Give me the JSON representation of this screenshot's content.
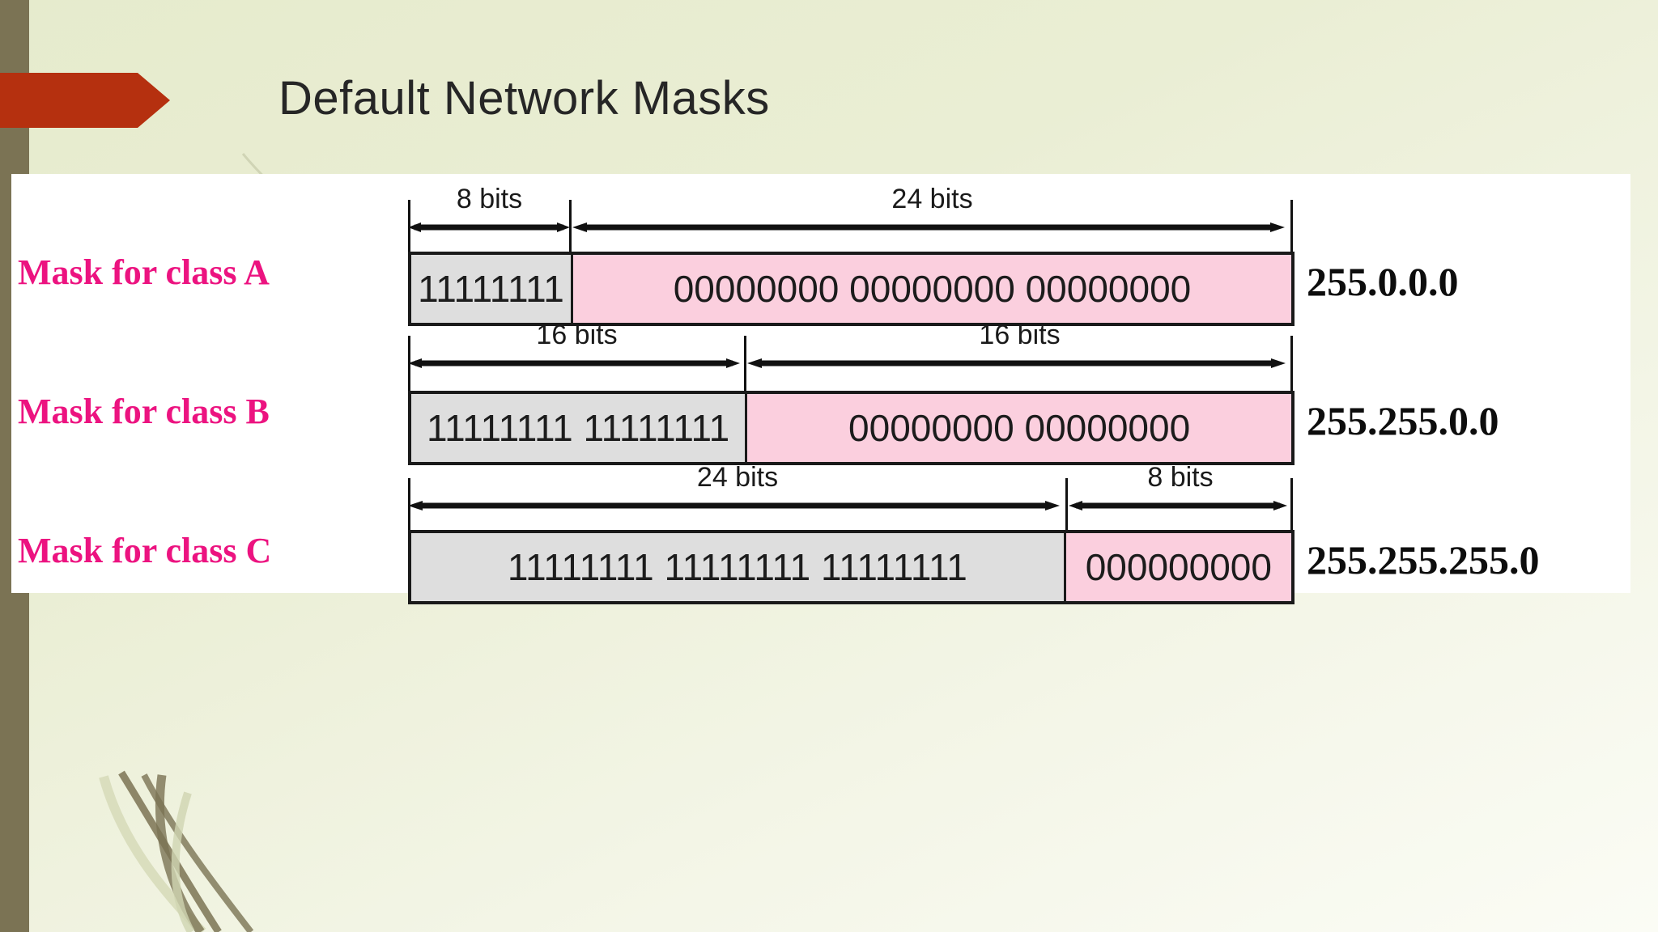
{
  "slide": {
    "title": "Default Network Masks",
    "background_color": "#eaeed4",
    "accent_band_color": "#7b7354",
    "banner_color": "#b5300f",
    "label_color": "#ec1380",
    "network_box_color": "#dedede",
    "host_box_color": "#fbcfde"
  },
  "figure": {
    "rows": [
      {
        "label": "Mask for class A",
        "spans": [
          {
            "text": "8 bits",
            "width_pct": 18.4
          },
          {
            "text": "24 bits",
            "width_pct": 81.6
          }
        ],
        "boxes": [
          {
            "type": "network",
            "bits": "11111111",
            "width_pct": 18.4
          },
          {
            "type": "host",
            "bits": "00000000 00000000 00000000",
            "width_pct": 81.6
          }
        ],
        "value": "255.0.0.0"
      },
      {
        "label": "Mask for class B",
        "spans": [
          {
            "text": "16 bits",
            "width_pct": 38.2
          },
          {
            "text": "16 bits",
            "width_pct": 61.8
          }
        ],
        "boxes": [
          {
            "type": "network",
            "bits": "11111111 11111111",
            "width_pct": 38.2
          },
          {
            "type": "host",
            "bits": "00000000 00000000",
            "width_pct": 61.8
          }
        ],
        "value": "255.255.0.0"
      },
      {
        "label": "Mask for class C",
        "spans": [
          {
            "text": "24 bits",
            "width_pct": 74.4
          },
          {
            "text": "8 bits",
            "width_pct": 25.6
          }
        ],
        "boxes": [
          {
            "type": "network",
            "bits": "11111111 11111111 11111111",
            "width_pct": 74.4
          },
          {
            "type": "host",
            "bits": "000000000",
            "width_pct": 25.6
          }
        ],
        "value": "255.255.255.0"
      }
    ]
  }
}
